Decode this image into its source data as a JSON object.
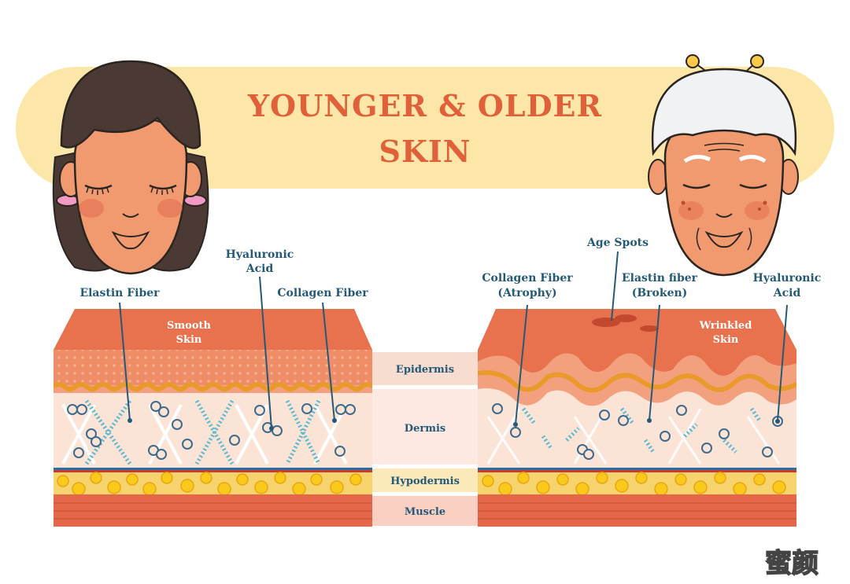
{
  "title": {
    "line1": "YOUNGER & OLDER",
    "line2": "SKIN"
  },
  "young": {
    "labels": {
      "elastin": "Elastin Fiber",
      "hyaluronic_1": "Hyaluronic",
      "hyaluronic_2": "Acid",
      "collagen": "Collagen Fiber"
    },
    "inset_1": "Smooth",
    "inset_2": "Skin"
  },
  "old": {
    "labels": {
      "age_spots": "Age Spots",
      "collagen_1": "Collagen Fiber",
      "collagen_2": "(Atrophy)",
      "elastin_1": "Elastin fiber",
      "elastin_2": "(Broken)",
      "hyaluronic_1": "Hyaluronic",
      "hyaluronic_2": "Acid"
    },
    "inset_1": "Wrinkled",
    "inset_2": "Skin"
  },
  "layers": {
    "epidermis": "Epidermis",
    "dermis": "Dermis",
    "hypodermis": "Hypodermis",
    "muscle": "Muscle"
  },
  "watermark": "蜜颜",
  "colors": {
    "accent": "#e0603a",
    "banner": "#fde7a8",
    "skin": "#f19a70",
    "label": "#245a78"
  }
}
